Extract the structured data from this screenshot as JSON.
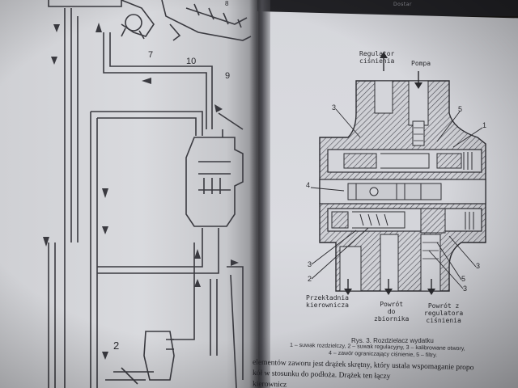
{
  "header": {
    "dark_text": "Dostar"
  },
  "left_figure": {
    "callouts": [
      "7",
      "10",
      "9",
      "8",
      "2"
    ]
  },
  "right_figure": {
    "labels": {
      "regulator": "Regulator\nciśnienia",
      "pompa": "Pompa",
      "przekladnia": "Przekładnia\nkierownicza",
      "powrot_zbiornika": "Powrót\ndo\nzbiornika",
      "powrot_regulatora": "Powrót z\nregulatora\nciśnienia"
    },
    "callouts": [
      "3",
      "5",
      "1",
      "4",
      "3",
      "2",
      "3",
      "5",
      "3"
    ]
  },
  "caption": {
    "title": "Rys. 3. Rozdzielacz wydatku",
    "line1": "1 – suwak rozdzielczy, 2 – suwak regulacyjny, 3 – kalibrowane otwory,",
    "line2": "4 – zawór ograniczający ciśnienie, 5 – filtry."
  },
  "body": {
    "line1": "elementów zaworu jest drążek skrętny, który ustala wspomaganie propo",
    "line2": "kół w stosunku do podłoża. Drążek ten łączy",
    "line3": "kierownicz"
  },
  "colors": {
    "paper": "#d7d8dc",
    "ink": "#2a2a2e",
    "background": "#1a1816"
  }
}
